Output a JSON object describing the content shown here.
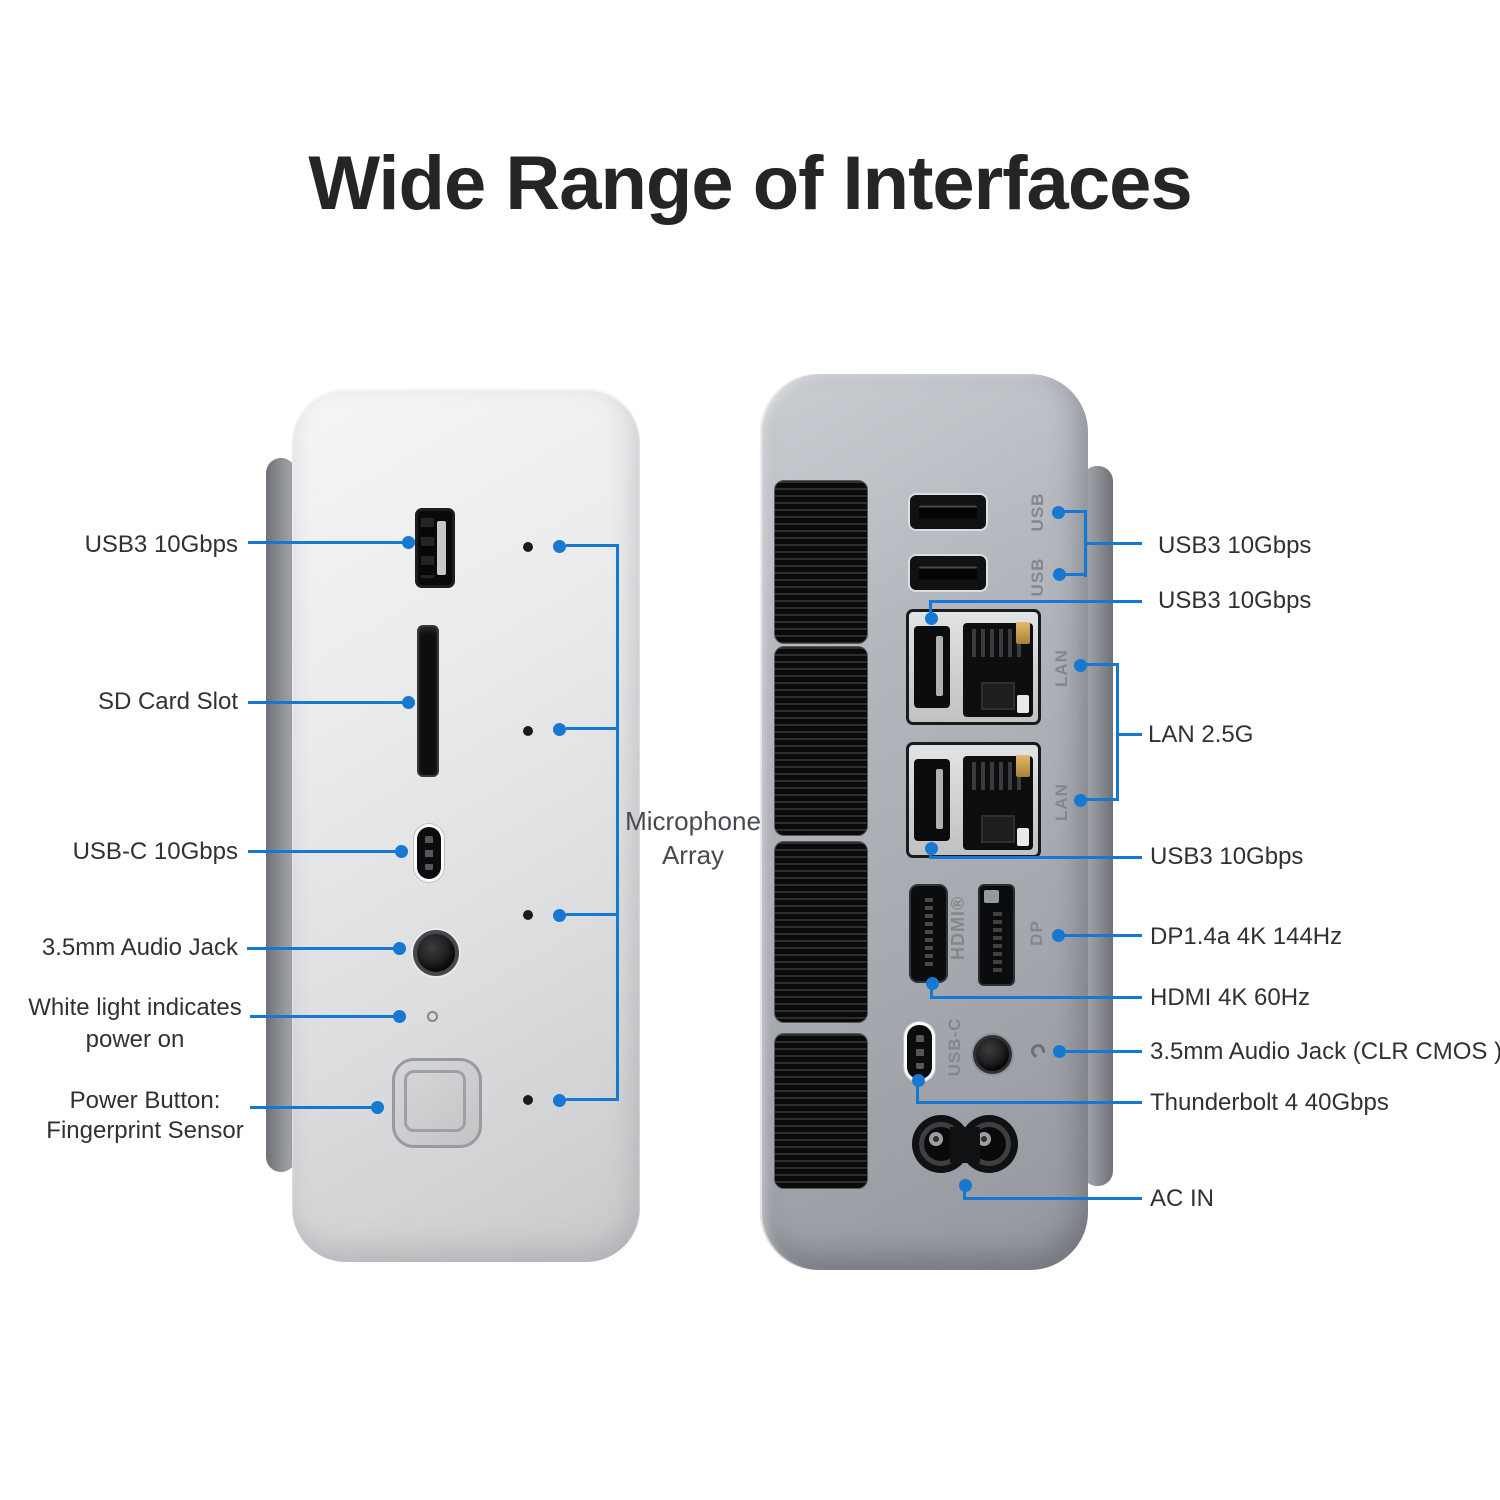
{
  "title": "Wide Range of Interfaces",
  "accent_color": "#1778d2",
  "front_panel": {
    "labels": {
      "usb3": "USB3 10Gbps",
      "sd_card": "SD Card Slot",
      "usb_c": "USB-C 10Gbps",
      "audio_jack": "3.5mm Audio Jack",
      "power_light_line1": "White light indicates",
      "power_light_line2": "power on",
      "power_button_line1": "Power Button:",
      "power_button_line2": "Fingerprint Sensor"
    },
    "mic_label_line1": "Microphone",
    "mic_label_line2": "Array"
  },
  "rear_panel": {
    "stencils": {
      "usb_1": "USB",
      "usb_2": "USB",
      "lan_1": "LAN",
      "lan_2": "LAN",
      "hdmi": "HDMI®",
      "dp": "DP",
      "usb_c": "USB-C"
    },
    "labels": {
      "usb3_pair": "USB3 10Gbps",
      "usb3_upper": "USB3 10Gbps",
      "lan": "LAN 2.5G",
      "usb3_lower": "USB3 10Gbps",
      "dp": "DP1.4a 4K 144Hz",
      "hdmi": "HDMI 4K 60Hz",
      "audio_jack": "3.5mm Audio Jack (CLR CMOS )",
      "thunderbolt": "Thunderbolt 4 40Gbps",
      "ac_in": "AC IN"
    }
  }
}
